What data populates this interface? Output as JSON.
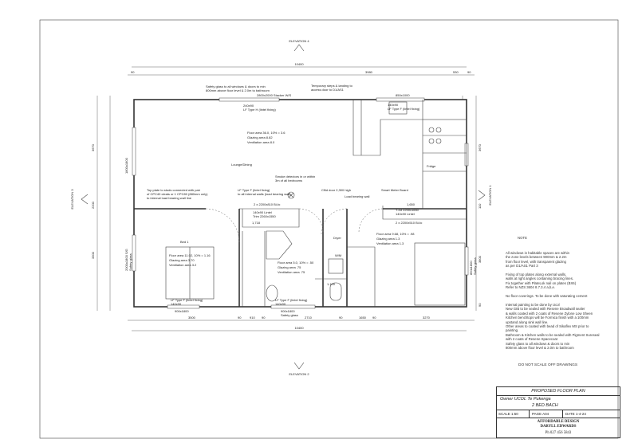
{
  "elevations": {
    "top": "ELEVATION 4",
    "bottom": "ELEVATION 2",
    "left": "ELEVATION 3",
    "right": "ELEVATION 1"
  },
  "dims": {
    "overall": "10400",
    "top_a": "90",
    "top_b": "3980",
    "top_c": "530",
    "top_d": "90",
    "bottom": [
      "3500",
      "90",
      "910",
      "90",
      "2710",
      "90",
      "1650",
      "90",
      "3270"
    ],
    "bottom_overall": "10400",
    "left": [
      "3670",
      "2200",
      "3300"
    ],
    "right": [
      "3670",
      "110",
      "3800",
      "90"
    ]
  },
  "rooms": {
    "lounge": {
      "name": "Lounge/Dining",
      "floor": "Floor area 36.0, 10% = 3.6",
      "glazing": "Glazing area      8.82",
      "vent": "Ventilation area    8.0"
    },
    "bed1": {
      "name": "Bed 1",
      "floor": "Floor area 11.02, 10% = 1.16",
      "glazing": "Glazing area      3.70",
      "vent": "Ventilation area    3.2"
    },
    "bath": {
      "floor": "Floor area 5.0, 10% = .50",
      "glazing": "Glazing area      .75",
      "vent": "Ventilation area    .75"
    },
    "bed2": {
      "floor": "Floor area 9.68, 10% = .98",
      "glazing": "Glazing area      1.3",
      "vent": "Ventilation area    1.3"
    },
    "dryer": "Dryer",
    "wm": "W/M",
    "fridge": "Fridge"
  },
  "annotations": {
    "safety_glass": "Safety glass to all windows & doors to min\n800mm above floor level & 2.0m to bathroom",
    "stacker": "2800x2000 Stacker W/S",
    "temp_steps": "Temporary steps & landing to\naccess door to D1/AS1",
    "lintel_top": "240x90\nLF Type H (lintel fixing)",
    "window_kitchen": "850x1000",
    "lintel_kitchen": "140x90\nLF Type F (lintel fixing)",
    "smoke": "Smoke detectors in or within\n3m of all bedrooms",
    "top_plate": "Top plate to studs connected with pair\nof CPC40 cleats or 1 CPC80 (880mm only)\nto internal load bearing wall line",
    "lf_internal": "LF Type F (lintel fixing)\nto all internal walls (load bearing wall)",
    "cflt": "Cflid door 2,300 high",
    "load_wall": "Load bearing wall",
    "smart_meter": "Smart Meter Board",
    "robe": "2 x 2200x810 Bi-fo",
    "lintel_robe": "140x90 Lintel\nTrim 2260x1550",
    "robe2": "T-Int 2200x1650\n140x90 Lintel",
    "robe2_bifold": "2 x 2200x510 Bi-fo",
    "win_bed1": "900x1800",
    "lintel_bed1": "LF Type F (lintel fixing)\n140x90",
    "win_bath": "900x1800\nSafety glass",
    "lintel_bath": "LF Type F (lintel fixing)\n140x90",
    "win_left": "1800x1800",
    "win_bed1_side": "2000x1800 S/G\nSafety glass",
    "win_bed2_side": "850x1800\nSafety glass",
    "dim_1718": "1,718",
    "dim_1100": "1,100",
    "dim_1650": "1,650"
  },
  "notes": {
    "heading": "NOTE",
    "body": "All windows in habitable spaces are within\nthe zone levels between 900mm & 2.2m\nfrom floor level, with transparent glazing\nas per D1/AS1 Part 3\n\nFixing of top plates along external walls,\nwalls at right angles containing bracing lines.\nFix together with PlateLok nail on plates (BX6)\nRefer to NZS 3604 8.7.3.4 a,b,e.\n\nNo floor coverings.  To be done with saturating cement\n\nInternal painting to be done by Ucol\nNew GIB to be sealed with Resene Broadwall sealer\n& walls coated with 2 coats of Resene Zylone Low Sheen\nKitchen benchtops will be Formica finish with a 100mm\nupstand along sink wall line.\nOther areas to coated with bead of Sikaflex MS prior to\npainting.\nBathroom & Kitchen walls to be sealed with Pigment Sureseal\nwith 2 coats of Resene Spacecoat\nSafety glass to all windows & doors to min\n800mm above floor level & 2.0m to bathroom",
    "warning": "DO NOT SCALE OFF DRAWINGS"
  },
  "title_block": {
    "title": "PROPOSED  FLOOR PLAN",
    "owner": "Owner  UCOL    Te Pukenga",
    "project": "2  BED BACH",
    "scale": "SCALE 1:50",
    "page": "PAGE A04",
    "date": "DATE  1-4-24",
    "company1": "AFFORDABLE DESIGN",
    "company2": "DARYLL EDWARDS",
    "phone": "Ph  027 456 5843"
  }
}
